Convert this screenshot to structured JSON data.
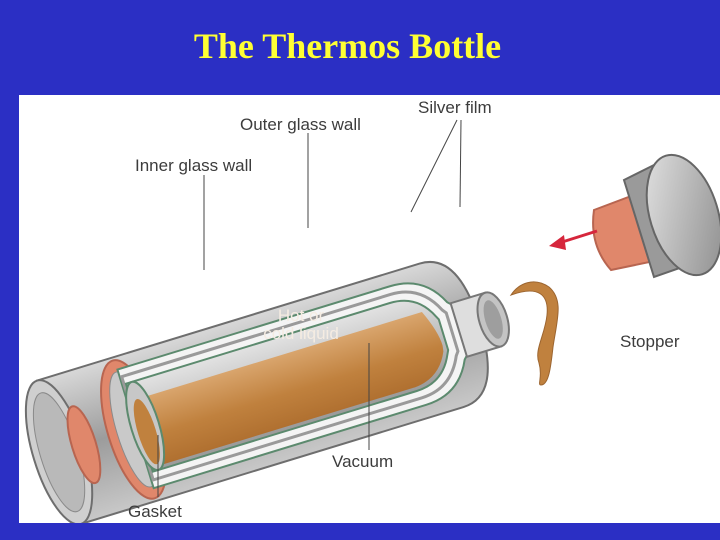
{
  "title": "The Thermos Bottle",
  "labels": {
    "silver_film": "Silver film",
    "outer_glass_wall": "Outer glass wall",
    "inner_glass_wall": "Inner glass wall",
    "hot_liquid_line1": "Hot or",
    "hot_liquid_line2": "cold liquid",
    "stopper": "Stopper",
    "vacuum": "Vacuum",
    "gasket": "Gasket"
  },
  "colors": {
    "background": "#2b2fc4",
    "title": "#ffff33",
    "liquid": "#c0813e",
    "gasket": "#e0876b",
    "glass_gray": "#a8a8a8",
    "stopper_cap": "#8a8a8a",
    "arrow": "#d6263c"
  }
}
